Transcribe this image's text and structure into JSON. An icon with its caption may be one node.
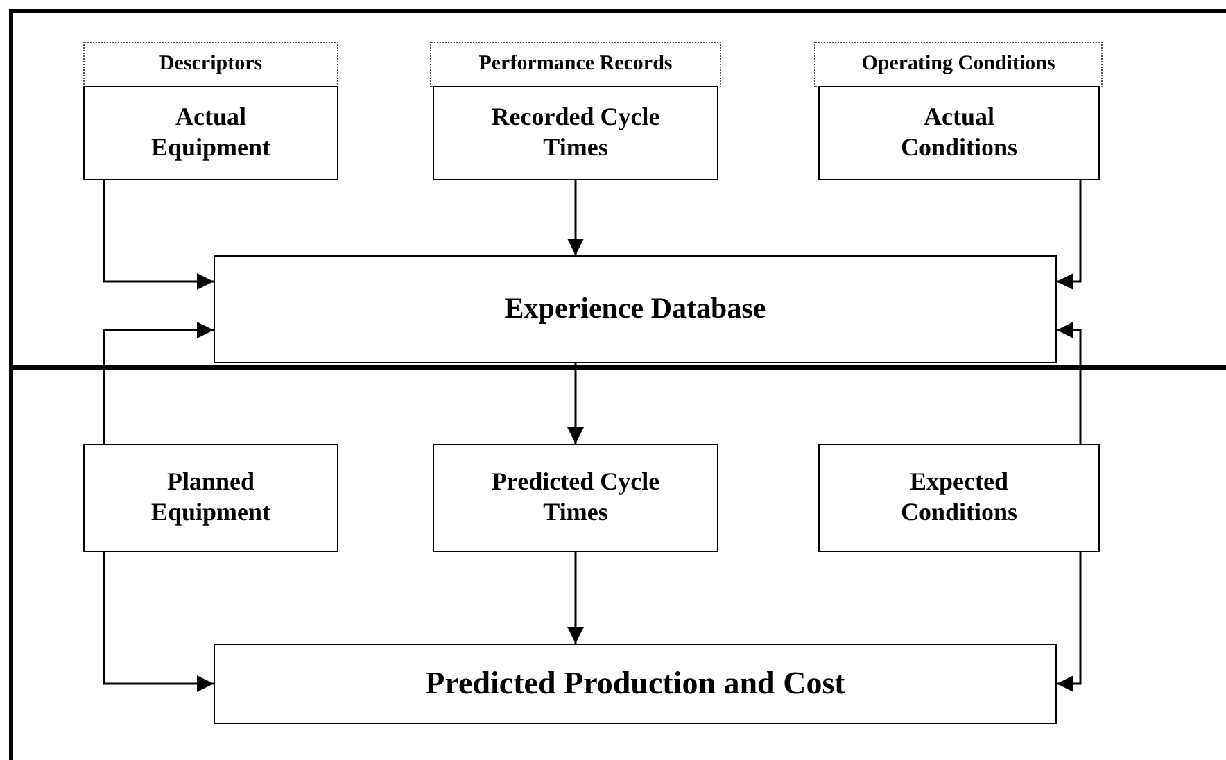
{
  "diagram": {
    "nodes": [
      {
        "text": [
          "Descriptors"
        ]
      },
      {
        "text": [
          "Performance Records"
        ]
      },
      {
        "text": [
          "Operating Conditions"
        ]
      },
      {
        "text": [
          "Actual Equipment"
        ]
      },
      {
        "text": [
          "Recorded Cycle Times"
        ]
      },
      {
        "text": [
          "Actual Conditions"
        ]
      },
      {
        "text": [
          "Experience Database"
        ]
      },
      {
        "text": [
          "Planned Equipment"
        ]
      },
      {
        "text": [
          "Predicted Cycle Times"
        ]
      },
      {
        "text": [
          "Expected Conditions"
        ]
      },
      {
        "text": [
          "Predicted Production and Cost"
        ]
      }
    ],
    "edges": [
      {
        "from": 3,
        "to": 6,
        "arrow": "to"
      },
      {
        "from": 4,
        "to": 6,
        "arrow": "to"
      },
      {
        "from": 5,
        "to": 6,
        "arrow": "to"
      },
      {
        "from": 7,
        "to": 6,
        "arrow": "to"
      },
      {
        "from": 9,
        "to": 6,
        "arrow": "to"
      },
      {
        "from": 6,
        "to": 8,
        "arrow": "to"
      },
      {
        "from": 7,
        "to": 10,
        "arrow": "to"
      },
      {
        "from": 8,
        "to": 10,
        "arrow": "to"
      },
      {
        "from": 9,
        "to": 10,
        "arrow": "to"
      }
    ]
  }
}
